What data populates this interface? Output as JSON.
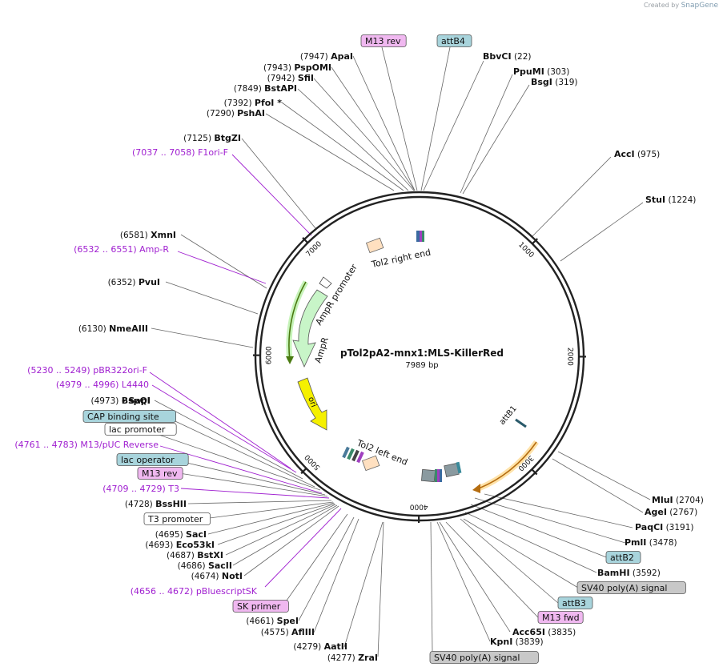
{
  "brand": {
    "created_by": "Created by",
    "name": "SnapGene"
  },
  "map": {
    "name": "pTol2pA2-mnx1:MLS-KillerRed",
    "length_label": "7989 bp",
    "length": 7989
  },
  "ticks": [
    "1000",
    "2000",
    "3000",
    "4000",
    "5000",
    "6000",
    "7000"
  ],
  "sites": [
    {
      "name": "ApaI",
      "pos": "(7947)"
    },
    {
      "name": "PspOMI",
      "pos": "(7943)"
    },
    {
      "name": "SfiI",
      "pos": "(7942)"
    },
    {
      "name": "BstAPI",
      "pos": "(7849)"
    },
    {
      "name": "PfoI *",
      "pos": "(7392)"
    },
    {
      "name": "PshAI",
      "pos": "(7290)"
    },
    {
      "name": "BtgZI",
      "pos": "(7125)"
    },
    {
      "name": "XmnI",
      "pos": "(6581)"
    },
    {
      "name": "PvuI",
      "pos": "(6352)"
    },
    {
      "name": "NmeAIII",
      "pos": "(6130)"
    },
    {
      "name": "BspQI",
      "pos": "(4973)"
    },
    {
      "name": "SapI",
      "pos": ""
    },
    {
      "name": "BssHII",
      "pos": "(4728)"
    },
    {
      "name": "SacI",
      "pos": "(4695)"
    },
    {
      "name": "Eco53kI",
      "pos": "(4693)"
    },
    {
      "name": "BstXI",
      "pos": "(4687)"
    },
    {
      "name": "SacII",
      "pos": "(4686)"
    },
    {
      "name": "NotI",
      "pos": "(4674)"
    },
    {
      "name": "SpeI",
      "pos": "(4661)"
    },
    {
      "name": "AflIII",
      "pos": "(4575)"
    },
    {
      "name": "AatII",
      "pos": "(4279)"
    },
    {
      "name": "ZraI",
      "pos": "(4277)"
    },
    {
      "name": "BbvCI",
      "pos": "(22)"
    },
    {
      "name": "PpuMI",
      "pos": "(303)"
    },
    {
      "name": "BsgI",
      "pos": "(319)"
    },
    {
      "name": "AccI",
      "pos": "(975)"
    },
    {
      "name": "StuI",
      "pos": "(1224)"
    },
    {
      "name": "MluI",
      "pos": "(2704)"
    },
    {
      "name": "AgeI",
      "pos": "(2767)"
    },
    {
      "name": "PaqCI",
      "pos": "(3191)"
    },
    {
      "name": "PmlI",
      "pos": "(3478)"
    },
    {
      "name": "BamHI",
      "pos": "(3592)"
    },
    {
      "name": "Acc65I",
      "pos": "(3835)"
    },
    {
      "name": "KpnI",
      "pos": "(3839)"
    }
  ],
  "primers": [
    {
      "range": "(7037 .. 7058)",
      "name": "F1ori-F"
    },
    {
      "range": "(6532 .. 6551)",
      "name": "Amp-R"
    },
    {
      "range": "(5230 .. 5249)",
      "name": "pBR322ori-F"
    },
    {
      "range": "(4979 .. 4996)",
      "name": "L4440"
    },
    {
      "range": "(4761 .. 4783)",
      "name": "M13/pUC Reverse"
    },
    {
      "range": "(4709 .. 4729)",
      "name": "T3"
    },
    {
      "range": "(4656 .. 4672)",
      "name": "pBluescriptSK"
    }
  ],
  "boxes": [
    {
      "label": "M13 rev",
      "kind": "pink"
    },
    {
      "label": "attB4",
      "kind": "teal"
    },
    {
      "label": "CAP binding site",
      "kind": "teal"
    },
    {
      "label": "lac promoter",
      "kind": "white"
    },
    {
      "label": "lac operator",
      "kind": "teal"
    },
    {
      "label": "M13 rev",
      "kind": "pink"
    },
    {
      "label": "T3 promoter",
      "kind": "white"
    },
    {
      "label": "SK primer",
      "kind": "pink"
    },
    {
      "label": "attB2",
      "kind": "teal"
    },
    {
      "label": "SV40 poly(A) signal",
      "kind": "gray"
    },
    {
      "label": "attB3",
      "kind": "teal"
    },
    {
      "label": "M13 fwd",
      "kind": "pink"
    },
    {
      "label": "SV40 poly(A) signal",
      "kind": "gray"
    }
  ],
  "features": {
    "tol2_right": "Tol2 right end",
    "amp_promoter": "AmpR promoter",
    "ampr": "AmpR",
    "ori": "ori",
    "tol2_left": "Tol2 left end",
    "attb1": "attB1"
  },
  "colors": {
    "ampr": "#c8f5c8",
    "ori": "#f5f000",
    "primer": "#a020d0",
    "tol2": "#ffe0c0",
    "arrow_orange": "#d98b12",
    "teal_box": "#a8d4dc",
    "pink_box": "#f0b8f0",
    "gray_box": "#c8c8c8"
  }
}
